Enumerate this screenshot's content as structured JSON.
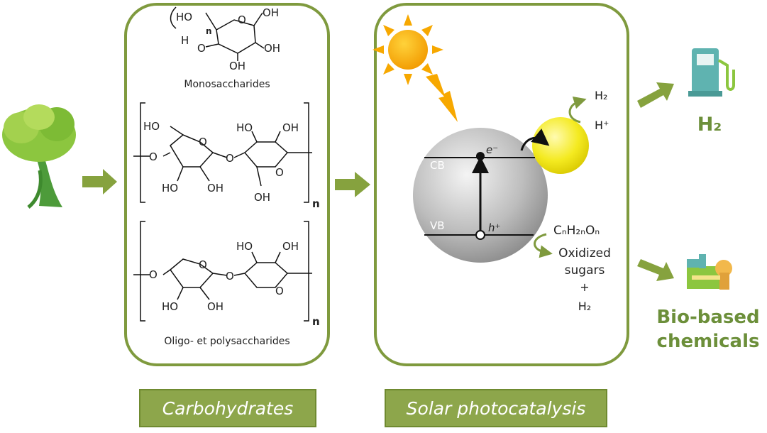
{
  "labels": {
    "carbohydrates": "Carbohydrates",
    "solar_photocatalysis": "Solar photocatalysis",
    "monosaccharides": "Monosaccharides",
    "oligo_poly": "Oligo- et polysaccharides",
    "cb": "CB",
    "vb": "VB",
    "electron": "e⁻",
    "hole": "h⁺",
    "h2_top": "H₂",
    "h_plus": "H⁺",
    "sugar_formula": "CₙH₂ₙOₙ",
    "oxidized_line1": "Oxidized",
    "oxidized_line2": "sugars",
    "oxidized_plus": "+",
    "oxidized_h2": "H₂",
    "product_h2": "H₂",
    "product_chem_line1": "Bio-based",
    "product_chem_line2": "chemicals"
  },
  "chem": {
    "ho": "HO",
    "oh": "OH",
    "o": "O",
    "h": "H",
    "n": "n"
  },
  "colors": {
    "accent": "#7f9a3e",
    "label_fill": "#8da64b",
    "product_text": "#6c8f3a",
    "sun": "#f7a800",
    "catalyst": "#f2e600"
  }
}
